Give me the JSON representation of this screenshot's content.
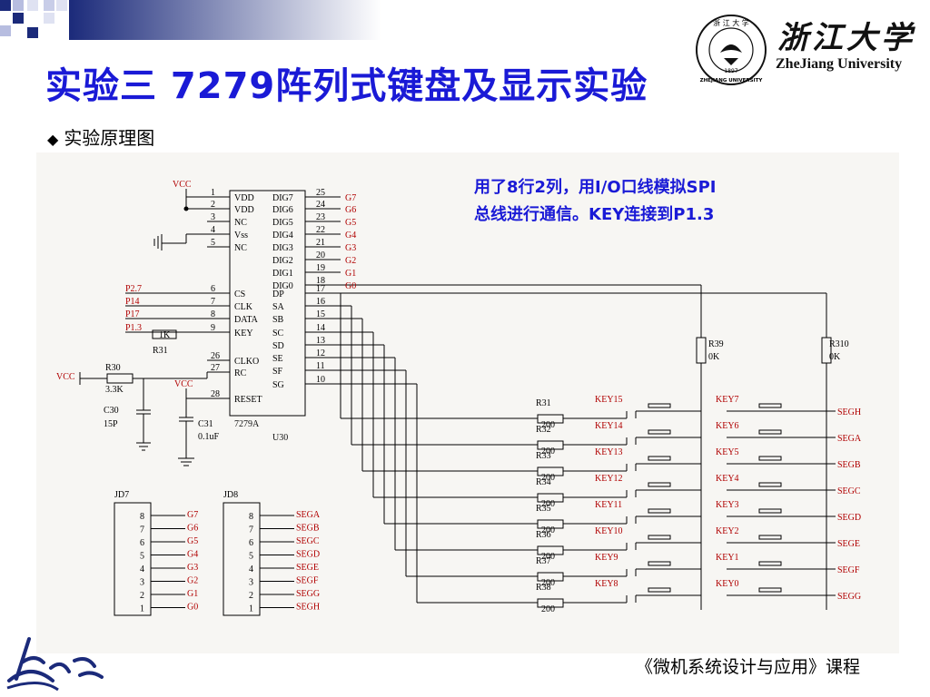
{
  "slide": {
    "title": "实验三  7279阵列式键盘及显示实验",
    "bullet": "实验原理图",
    "footer": "《微机系统设计与应用》课程"
  },
  "logo": {
    "cn_name": "浙江大学",
    "en_name": "ZheJiang University",
    "seal_top": "浙 江 大 学",
    "seal_bottom": "ZHEJIANG UNIVERSITY",
    "seal_year": "1897"
  },
  "note": {
    "line1": "用了8行2列，用I/O口线模拟SPI",
    "line2": "总线进行通信。KEY连接到P1.3"
  },
  "colors": {
    "title": "#1a1ad6",
    "deco_navy": "#1b2a7a",
    "wire": "#000000",
    "key_label": "#b00000"
  },
  "schematic": {
    "vcc": "VCC",
    "chip_name": "7279A",
    "chip_ref": "U30",
    "left_pins": [
      {
        "num": "1",
        "name": "VDD"
      },
      {
        "num": "2",
        "name": "VDD"
      },
      {
        "num": "3",
        "name": "NC"
      },
      {
        "num": "4",
        "name": "Vss"
      },
      {
        "num": "5",
        "name": "NC"
      },
      {
        "num": "6",
        "name": "CS"
      },
      {
        "num": "7",
        "name": "CLK"
      },
      {
        "num": "8",
        "name": "DATA"
      },
      {
        "num": "9",
        "name": "KEY"
      },
      {
        "num": "26",
        "name": "CLKO"
      },
      {
        "num": "27",
        "name": "RC"
      },
      {
        "num": "28",
        "name": "RESET"
      }
    ],
    "right_pins": [
      {
        "num": "25",
        "name": "DIG7",
        "net": "G7"
      },
      {
        "num": "24",
        "name": "DIG6",
        "net": "G6"
      },
      {
        "num": "23",
        "name": "DIG5",
        "net": "G5"
      },
      {
        "num": "22",
        "name": "DIG4",
        "net": "G4"
      },
      {
        "num": "21",
        "name": "DIG3",
        "net": "G3"
      },
      {
        "num": "20",
        "name": "DIG2",
        "net": "G2"
      },
      {
        "num": "19",
        "name": "DIG1",
        "net": "G1"
      },
      {
        "num": "18",
        "name": "DIG0",
        "net": "G0"
      },
      {
        "num": "17",
        "name": "DP",
        "net": ""
      },
      {
        "num": "16",
        "name": "SA",
        "net": ""
      },
      {
        "num": "15",
        "name": "SB",
        "net": ""
      },
      {
        "num": "14",
        "name": "SC",
        "net": ""
      },
      {
        "num": "13",
        "name": "SD",
        "net": ""
      },
      {
        "num": "12",
        "name": "SE",
        "net": ""
      },
      {
        "num": "11",
        "name": "SF",
        "net": ""
      },
      {
        "num": "10",
        "name": "SG",
        "net": ""
      }
    ],
    "port_labels": [
      "P2.7",
      "P14",
      "P17",
      "P1.3"
    ],
    "r31_small": {
      "value": "1K",
      "ref": "R31"
    },
    "r30": {
      "ref": "R30",
      "value": "3.3K"
    },
    "c30": {
      "ref": "C30",
      "value": "15P"
    },
    "c31": {
      "ref": "C31",
      "value": "0.1uF"
    },
    "r39": {
      "ref": "R39",
      "value": "0K"
    },
    "r310": {
      "ref": "R310",
      "value": "0K"
    },
    "row_resistors": [
      {
        "ref": "R31",
        "value": "200"
      },
      {
        "ref": "R32",
        "value": "200"
      },
      {
        "ref": "R33",
        "value": "200"
      },
      {
        "ref": "R34",
        "value": "200"
      },
      {
        "ref": "R35",
        "value": "200"
      },
      {
        "ref": "R36",
        "value": "200"
      },
      {
        "ref": "R37",
        "value": "200"
      },
      {
        "ref": "R38",
        "value": "200"
      }
    ],
    "keys_col1": [
      "KEY15",
      "KEY14",
      "KEY13",
      "KEY12",
      "KEY11",
      "KEY10",
      "KEY9",
      "KEY8"
    ],
    "keys_col2": [
      "KEY7",
      "KEY6",
      "KEY5",
      "KEY4",
      "KEY3",
      "KEY2",
      "KEY1",
      "KEY0"
    ],
    "seg_nets": [
      "SEGH",
      "SEGA",
      "SEGB",
      "SEGC",
      "SEGD",
      "SEGE",
      "SEGF",
      "SEGG"
    ],
    "jd7": {
      "ref": "JD7",
      "pins": [
        "8",
        "7",
        "6",
        "5",
        "4",
        "3",
        "2",
        "1"
      ],
      "nets": [
        "G7",
        "G6",
        "G5",
        "G4",
        "G3",
        "G2",
        "G1",
        "G0"
      ]
    },
    "jd8": {
      "ref": "JD8",
      "pins": [
        "8",
        "7",
        "6",
        "5",
        "4",
        "3",
        "2",
        "1"
      ],
      "nets": [
        "SEGA",
        "SEGB",
        "SEGC",
        "SEGD",
        "SEGE",
        "SEGF",
        "SEGG",
        "SEGH"
      ]
    }
  }
}
